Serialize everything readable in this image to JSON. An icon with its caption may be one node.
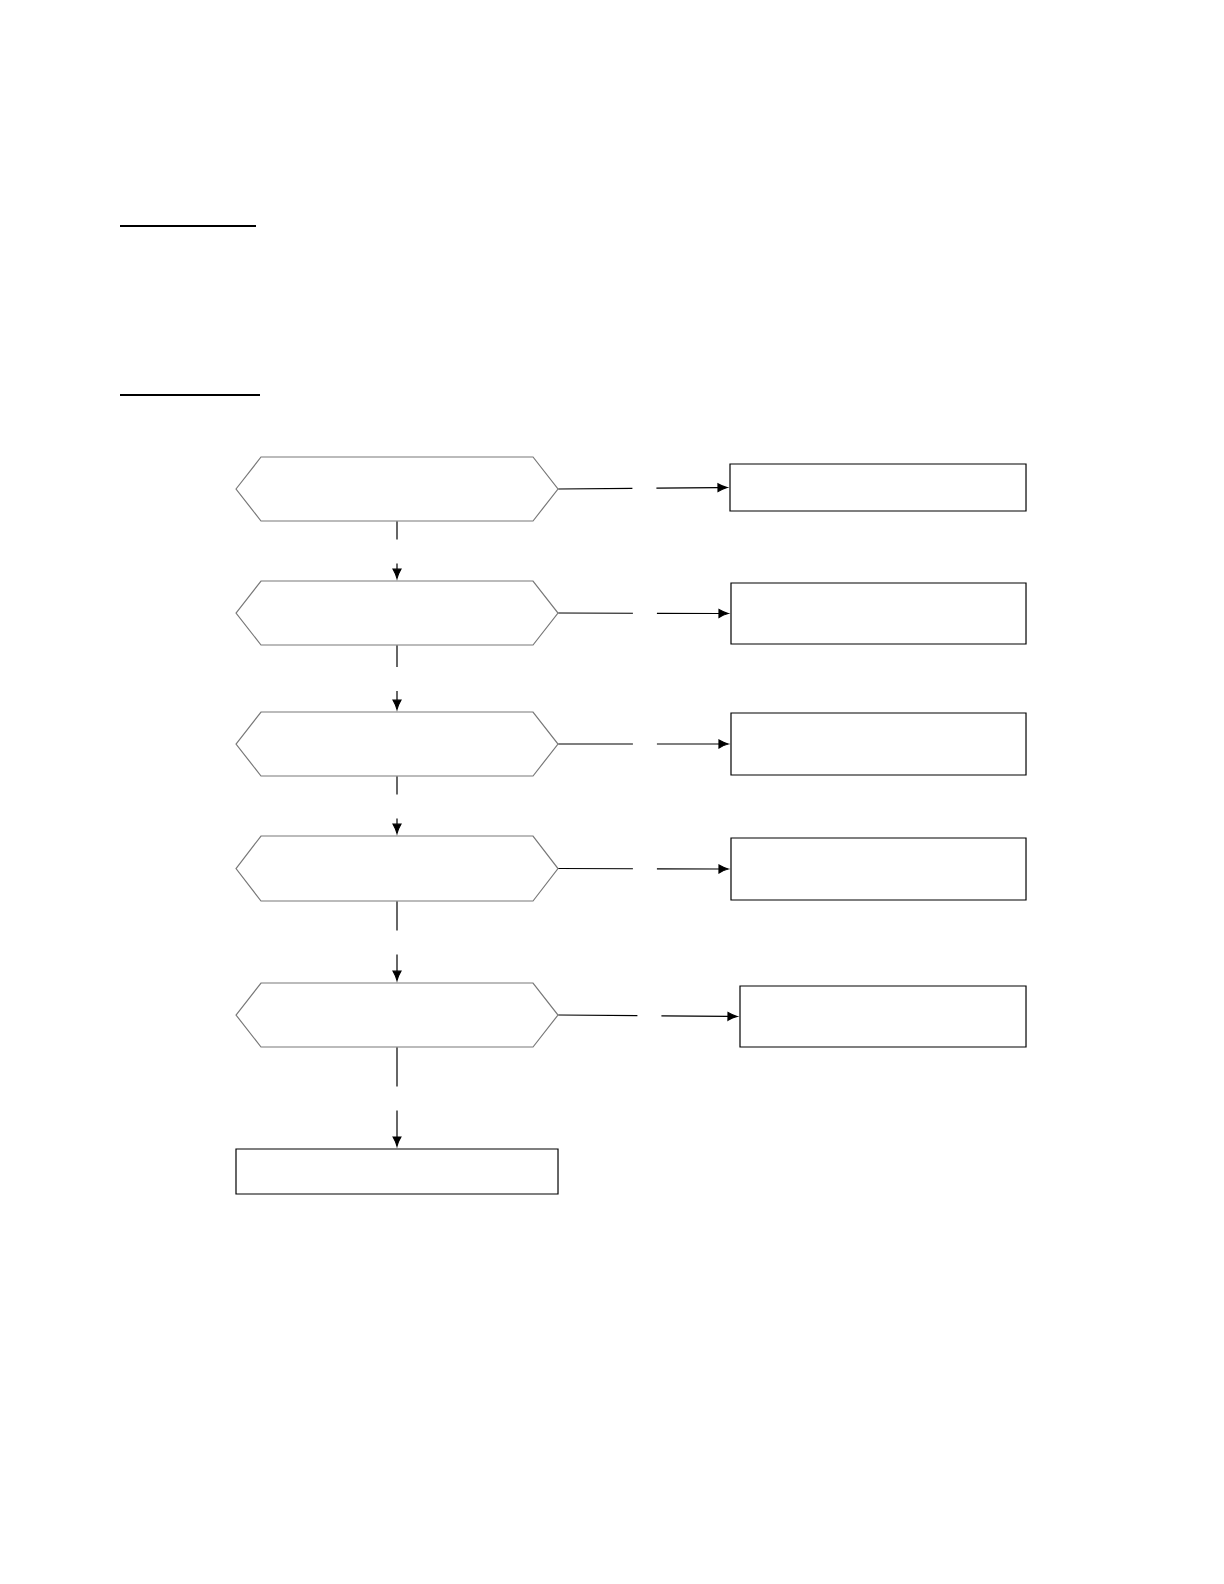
{
  "diagram": {
    "nodes": [
      {
        "text": [],
        "shape": "hexagon"
      },
      {
        "text": [],
        "shape": "box"
      },
      {
        "text": [],
        "shape": "hexagon"
      },
      {
        "text": [],
        "shape": "box"
      },
      {
        "text": [],
        "shape": "hexagon"
      },
      {
        "text": [],
        "shape": "box"
      },
      {
        "text": [],
        "shape": "hexagon"
      },
      {
        "text": [],
        "shape": "box"
      },
      {
        "text": [],
        "shape": "hexagon"
      },
      {
        "text": [],
        "shape": "box"
      },
      {
        "text": [],
        "shape": "box"
      }
    ],
    "edges": [
      {
        "from": 0,
        "to": 1,
        "arrow": "to"
      },
      {
        "from": 0,
        "to": 2,
        "arrow": "to"
      },
      {
        "from": 2,
        "to": 3,
        "arrow": "to"
      },
      {
        "from": 2,
        "to": 4,
        "arrow": "to"
      },
      {
        "from": 4,
        "to": 5,
        "arrow": "to"
      },
      {
        "from": 4,
        "to": 6,
        "arrow": "to"
      },
      {
        "from": 6,
        "to": 7,
        "arrow": "to"
      },
      {
        "from": 6,
        "to": 8,
        "arrow": "to"
      },
      {
        "from": 8,
        "to": 9,
        "arrow": "to"
      },
      {
        "from": 8,
        "to": 10,
        "arrow": "to"
      }
    ]
  }
}
